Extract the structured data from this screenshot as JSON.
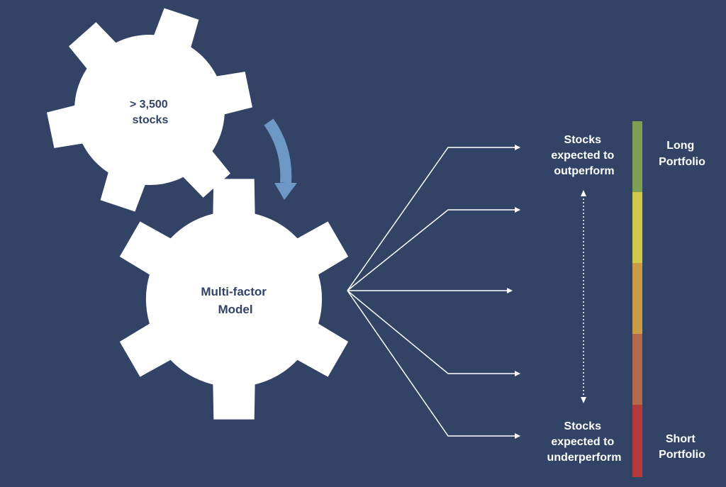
{
  "colors": {
    "background": "#324365",
    "gear": "#ffffff",
    "gear_text": "#324365",
    "flow_arrow": "#6d97c4",
    "lines": "#ffffff",
    "bar_segments": [
      "#7ea054",
      "#cfc84a",
      "#c99d48",
      "#b4694a",
      "#b53a3c"
    ]
  },
  "small_gear": {
    "label_lines": [
      "> 3,500",
      "stocks"
    ]
  },
  "large_gear": {
    "label_lines": [
      "Multi-factor",
      "Model"
    ]
  },
  "top_group": {
    "label_lines": [
      "Stocks",
      "expected to",
      "outperform"
    ],
    "portfolio_lines": [
      "Long",
      "Portfolio"
    ]
  },
  "bottom_group": {
    "label_lines": [
      "Stocks",
      "expected to",
      "underperform"
    ],
    "portfolio_lines": [
      "Short",
      "Portfolio"
    ]
  }
}
